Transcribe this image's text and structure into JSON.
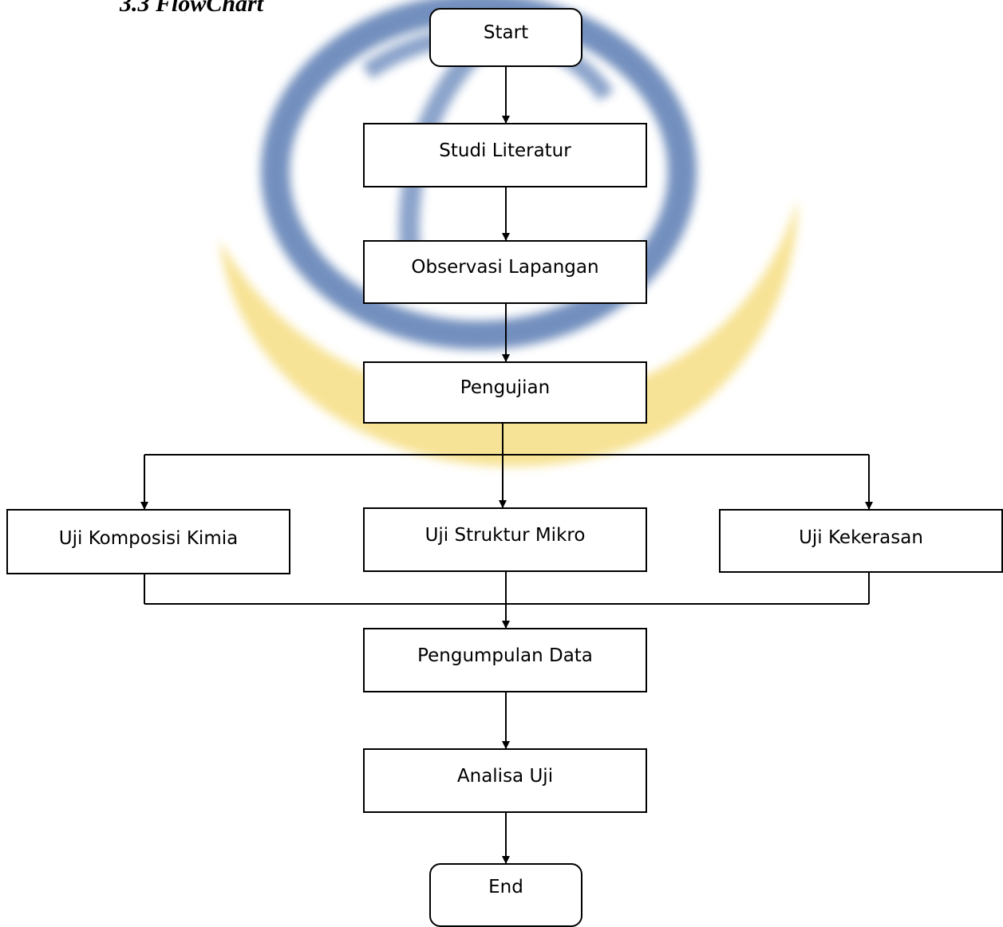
{
  "heading": "3.3 FlowChart",
  "watermark": {
    "description_colors": {
      "ring": "#3a5f9e",
      "swoosh": "#f2cf4f"
    }
  },
  "nodes": {
    "start": "Start",
    "studi_literatur": "Studi Literatur",
    "observasi_lapangan": "Observasi Lapangan",
    "pengujian": "Pengujian",
    "uji_komposisi_kimia": "Uji Komposisi Kimia",
    "uji_struktur_mikro": "Uji Struktur Mikro",
    "uji_kekerasan": "Uji Kekerasan",
    "pengumpulan_data": "Pengumpulan Data",
    "analisa_uji": "Analisa Uji",
    "end": "End"
  },
  "edges": [
    {
      "from": "Start",
      "to": "Studi Literatur"
    },
    {
      "from": "Studi Literatur",
      "to": "Observasi Lapangan"
    },
    {
      "from": "Observasi Lapangan",
      "to": "Pengujian"
    },
    {
      "from": "Pengujian",
      "to": "Uji Komposisi Kimia"
    },
    {
      "from": "Pengujian",
      "to": "Uji Struktur Mikro"
    },
    {
      "from": "Pengujian",
      "to": "Uji Kekerasan"
    },
    {
      "from": "Uji Komposisi Kimia",
      "to": "Pengumpulan Data"
    },
    {
      "from": "Uji Struktur Mikro",
      "to": "Pengumpulan Data"
    },
    {
      "from": "Uji Kekerasan",
      "to": "Pengumpulan Data"
    },
    {
      "from": "Pengumpulan Data",
      "to": "Analisa Uji"
    },
    {
      "from": "Analisa Uji",
      "to": "End"
    }
  ]
}
